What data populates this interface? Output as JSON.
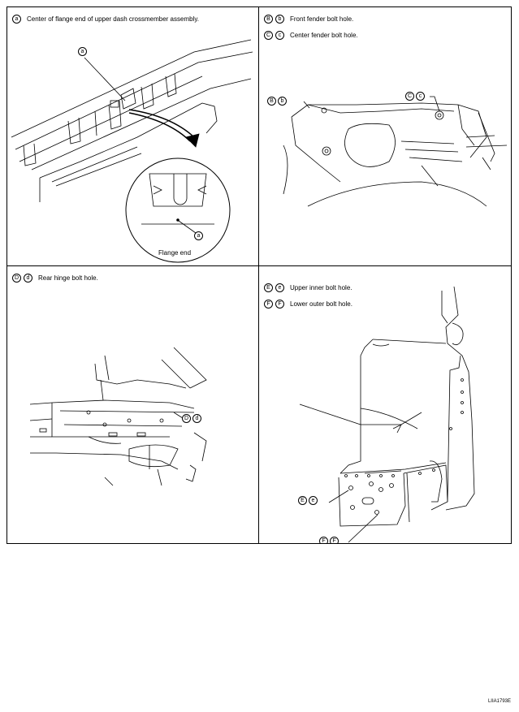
{
  "panel_a": {
    "badge": "a",
    "text": "Center of flange end of upper dash crossmember assembly.",
    "callout_letter": "a",
    "inset_label": "Flange end"
  },
  "panel_b": {
    "row1": {
      "badge1": "B",
      "badge2": "b",
      "text": "Front fender bolt hole."
    },
    "row2": {
      "badge1": "C",
      "badge2": "c",
      "text": "Center fender bolt hole."
    },
    "callout_b": [
      "B",
      "b"
    ],
    "callout_c": [
      "C",
      "c"
    ]
  },
  "panel_d": {
    "badge1": "D",
    "badge2": "d",
    "text": "Rear hinge bolt hole.",
    "callout": [
      "D",
      "d"
    ]
  },
  "panel_e": {
    "row1": {
      "badge1": "E",
      "badge2": "e",
      "text": "Upper inner bolt hole."
    },
    "row2": {
      "badge1": "F",
      "badge2": "F",
      "text": "Lower outer bolt hole."
    },
    "callout_e": [
      "E",
      "e"
    ],
    "callout_f": [
      "F",
      "F"
    ]
  },
  "figure_code": "LIIA1793E"
}
